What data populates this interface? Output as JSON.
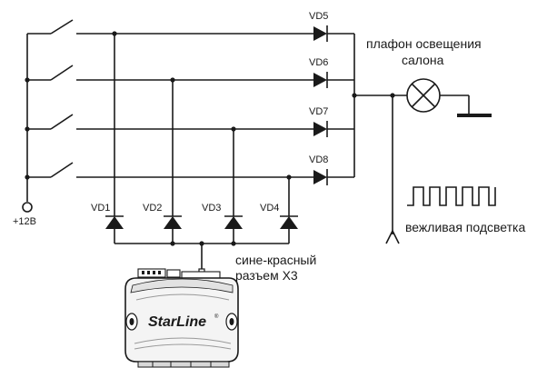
{
  "power": {
    "label": "+12В"
  },
  "switch_diodes": [
    {
      "label": "VD5"
    },
    {
      "label": "VD6"
    },
    {
      "label": "VD7"
    },
    {
      "label": "VD8"
    }
  ],
  "bottom_diodes": [
    {
      "label": "VD1"
    },
    {
      "label": "VD2"
    },
    {
      "label": "VD3"
    },
    {
      "label": "VD4"
    }
  ],
  "lamp": {
    "line1": "плафон освещения",
    "line2": "салона"
  },
  "courtesy": {
    "label": "вежливая подсветка"
  },
  "connector": {
    "line1": "сине-красный",
    "line2": "разъем X3"
  },
  "device": {
    "brand": "StarLine",
    "trademark": "®"
  }
}
